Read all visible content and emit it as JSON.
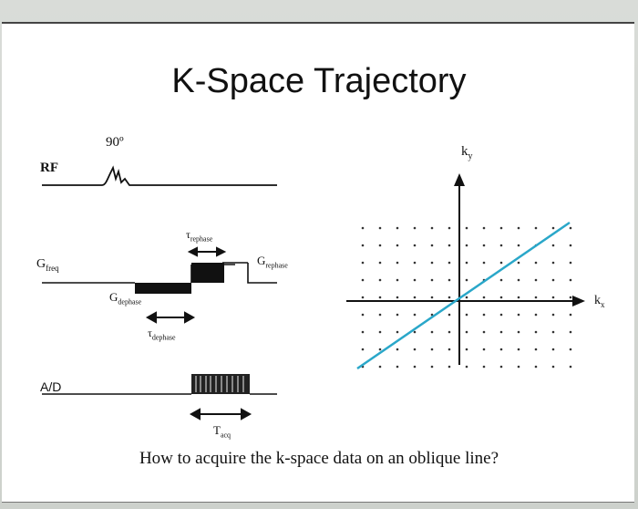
{
  "title": "K-Space Trajectory",
  "rf": {
    "label": "RF",
    "flip_angle": "90º"
  },
  "freq": {
    "label": "G",
    "label_sub": "freq",
    "dephase_label": "G",
    "dephase_sub": "dephase",
    "rephase_label": "G",
    "rephase_sub": "rephase",
    "t_rephase": "τ",
    "t_rephase_sub": "rephase",
    "t_dephase": "τ",
    "t_dephase_sub": "dephase"
  },
  "adc": {
    "label": "A/D",
    "t_acq": "T",
    "t_acq_sub": "acq"
  },
  "kspace": {
    "ky_label": "k",
    "ky_sub": "y",
    "kx_label": "k",
    "kx_sub": "x",
    "line_color": "#2aa7c9"
  },
  "caption": "How to acquire the k-space data on an oblique line?"
}
